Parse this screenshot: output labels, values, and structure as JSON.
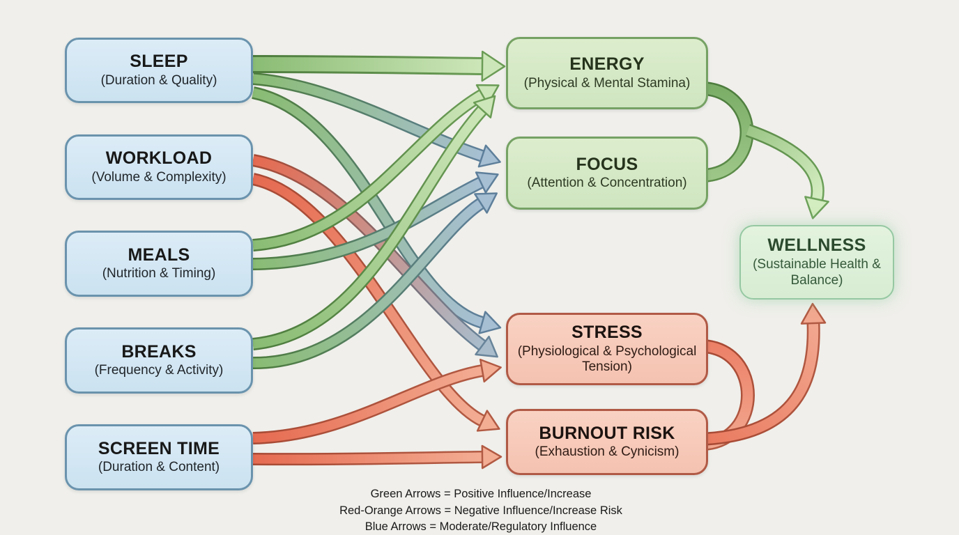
{
  "canvas": {
    "background": "#f0efeb"
  },
  "nodes": {
    "sleep": {
      "title": "SLEEP",
      "subtitle": "(Duration & Quality)",
      "category": "input"
    },
    "workload": {
      "title": "WORKLOAD",
      "subtitle": "(Volume & Complexity)",
      "category": "input"
    },
    "meals": {
      "title": "MEALS",
      "subtitle": "(Nutrition & Timing)",
      "category": "input"
    },
    "breaks": {
      "title": "BREAKS",
      "subtitle": "(Frequency & Activity)",
      "category": "input"
    },
    "screentime": {
      "title": "SCREEN TIME",
      "subtitle": "(Duration & Content)",
      "category": "input"
    },
    "energy": {
      "title": "ENERGY",
      "subtitle": "(Physical & Mental Stamina)",
      "category": "positive-state"
    },
    "focus": {
      "title": "FOCUS",
      "subtitle": "(Attention & Concentration)",
      "category": "positive-state"
    },
    "stress": {
      "title": "STRESS",
      "subtitle": "(Physiological & Psychological Tension)",
      "category": "negative-state"
    },
    "burnout": {
      "title": "BURNOUT RISK",
      "subtitle": "(Exhaustion & Cynicism)",
      "category": "negative-state"
    },
    "wellness": {
      "title": "WELLNESS",
      "subtitle": "(Sustainable Health & Balance)",
      "category": "outcome"
    }
  },
  "edges": [
    {
      "from": "sleep",
      "to": "energy",
      "influence": "positive"
    },
    {
      "from": "sleep",
      "to": "focus",
      "influence": "moderate"
    },
    {
      "from": "sleep",
      "to": "stress",
      "influence": "moderate"
    },
    {
      "from": "workload",
      "to": "stress",
      "influence": "negative"
    },
    {
      "from": "workload",
      "to": "burnout",
      "influence": "negative"
    },
    {
      "from": "meals",
      "to": "energy",
      "influence": "positive"
    },
    {
      "from": "meals",
      "to": "focus",
      "influence": "moderate"
    },
    {
      "from": "breaks",
      "to": "energy",
      "influence": "positive"
    },
    {
      "from": "breaks",
      "to": "focus",
      "influence": "moderate"
    },
    {
      "from": "screentime",
      "to": "stress",
      "influence": "negative"
    },
    {
      "from": "screentime",
      "to": "burnout",
      "influence": "negative"
    },
    {
      "from": "energy_focus",
      "to": "wellness",
      "influence": "positive"
    },
    {
      "from": "stress_burnout",
      "to": "wellness",
      "influence": "negative"
    }
  ],
  "legend": {
    "lines": [
      "Green Arrows = Positive Influence/Increase",
      "Red-Orange Arrows = Negative Influence/Increase Risk",
      "Blue Arrows = Moderate/Regulatory Influence"
    ]
  },
  "colors": {
    "arrow_positive": "#7fb56a",
    "arrow_negative": "#e8735a",
    "arrow_moderate": "#9db9cd",
    "box_input": "#cfe5f2",
    "box_positive": "#d5e9c8",
    "box_negative": "#f7c9b9",
    "box_outcome": "#def0da"
  }
}
